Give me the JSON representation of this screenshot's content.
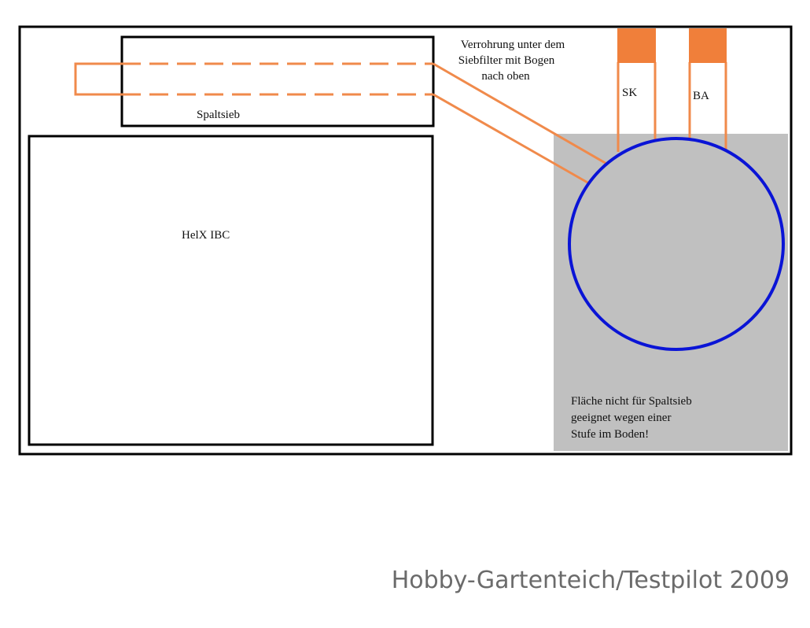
{
  "diagram": {
    "labels": {
      "spaltsieb": "Spaltsieb",
      "pipe_note": [
        "Verrohrung unter dem",
        "Siebfilter mit Bogen",
        "nach oben"
      ],
      "sk": "SK",
      "ba": "BA",
      "helix": "HelX IBC",
      "area_note": [
        "Fläche nicht für Spaltsieb",
        "geeignet wegen einer",
        "Stufe im Boden!"
      ]
    },
    "colors": {
      "outline": "#000000",
      "pipe": "#f08a4b",
      "pipe_cap": "#f07f3a",
      "pond_circle": "#0a14d6",
      "unsuitable_area": "#c0c0c0"
    }
  },
  "credit": "Hobby-Gartenteich/Testpilot 2009"
}
